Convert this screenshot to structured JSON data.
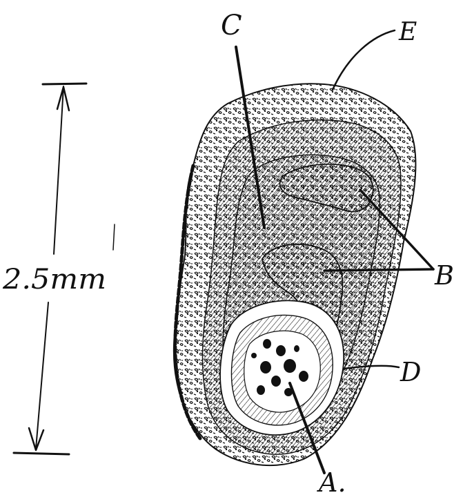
{
  "labels": {
    "a": "A.",
    "b": "B",
    "c": "C",
    "d": "D",
    "e": "E"
  },
  "scale_bar": {
    "label": "2.5mm"
  },
  "colors": {
    "ink": "#111111",
    "paper": "#ffffff"
  }
}
